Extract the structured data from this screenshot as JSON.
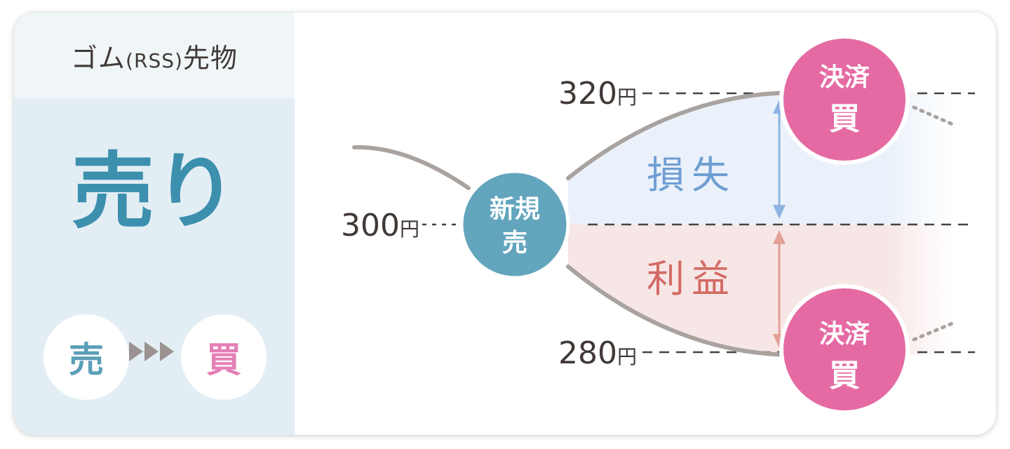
{
  "product": {
    "name_prefix": "ゴム",
    "name_code": "(RSS)",
    "name_suffix": "先物"
  },
  "position": {
    "direction": "売り",
    "open_label": "売",
    "close_label": "買"
  },
  "diagram": {
    "prices": {
      "high": "320",
      "mid": "300",
      "low": "280",
      "unit": "円"
    },
    "entry_node": {
      "line1": "新規",
      "line2": "売"
    },
    "exit_node": {
      "line1": "決済",
      "line2": "買"
    },
    "loss_label": "損失",
    "profit_label": "利益"
  },
  "colors": {
    "accent_blue": "#3d8fae",
    "entry_circle": "#62a5bd",
    "exit_circle": "#e56aa3",
    "loss": "#6f9fd3",
    "profit": "#d36a64",
    "price_line": "#a9a3a0"
  }
}
